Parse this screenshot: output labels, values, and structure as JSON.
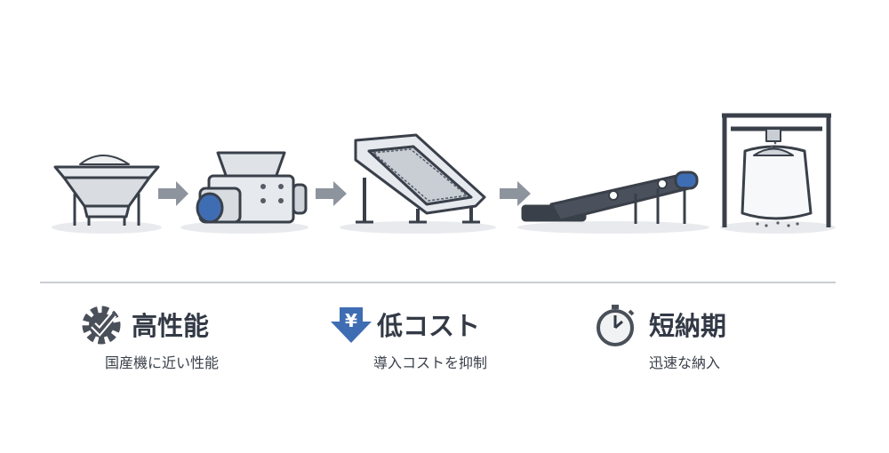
{
  "process_steps": [
    {
      "name": "hopper-icon"
    },
    {
      "name": "crusher-icon"
    },
    {
      "name": "vibrating-screen-icon"
    },
    {
      "name": "belt-conveyor-icon"
    },
    {
      "name": "bag-filler-icon"
    }
  ],
  "features": [
    {
      "icon": "gear-check-icon",
      "title": "高性能",
      "subtitle": "国産機に近い性能"
    },
    {
      "icon": "yen-down-arrow-icon",
      "title": "低コスト",
      "subtitle": "導入コストを抑制"
    },
    {
      "icon": "stopwatch-icon",
      "title": "短納期",
      "subtitle": "迅速な納入"
    }
  ],
  "colors": {
    "accent_blue": "#3f6db3",
    "dark": "#333a46",
    "metal": "#e4e7eb",
    "shadow": "#e6e8eb"
  }
}
